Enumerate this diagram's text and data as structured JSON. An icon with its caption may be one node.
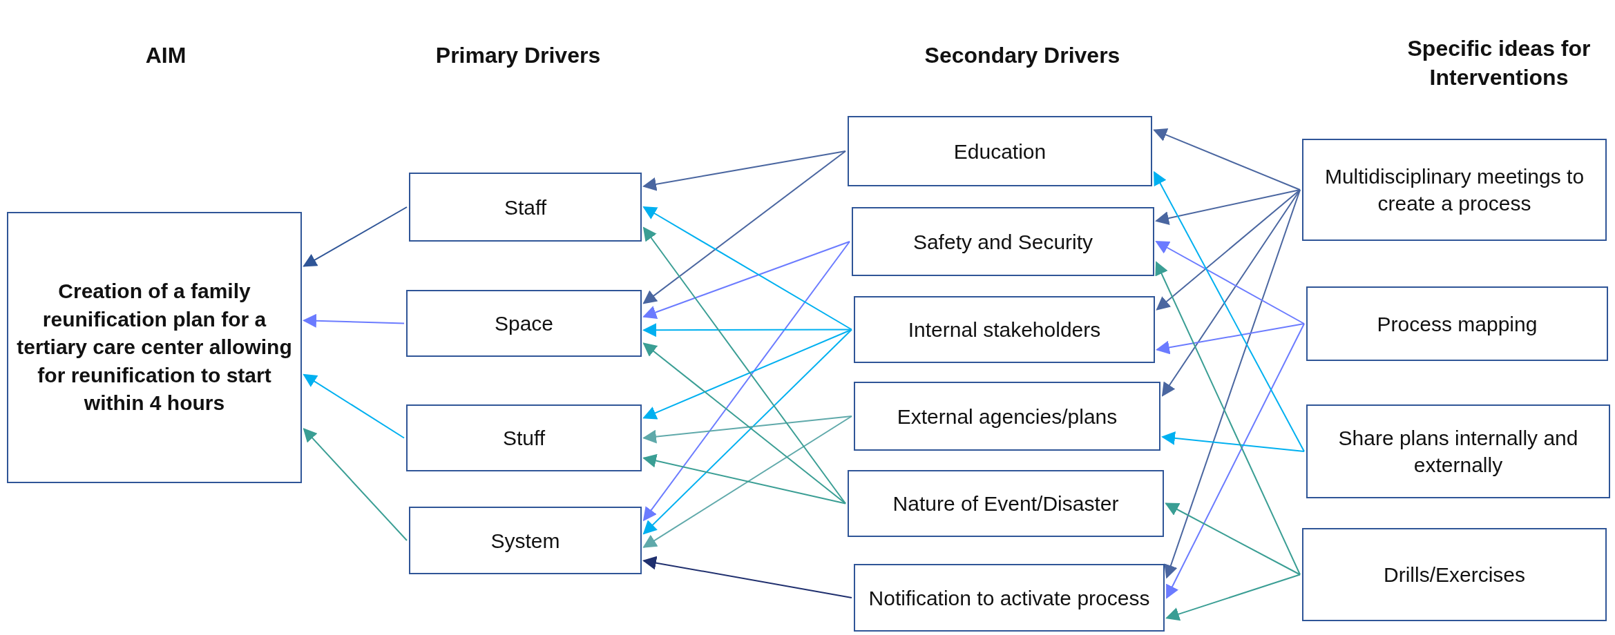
{
  "diagram": {
    "nodes": [
      {
        "text": [
          "Creation of a family reunification plan for a tertiary care center allowing for reunification to start within 4 hours"
        ]
      },
      {
        "text": [
          "Staff"
        ]
      },
      {
        "text": [
          "Space"
        ]
      },
      {
        "text": [
          "Stuff"
        ]
      },
      {
        "text": [
          "System"
        ]
      },
      {
        "text": [
          "Education"
        ]
      },
      {
        "text": [
          "Safety and Security"
        ]
      },
      {
        "text": [
          "Internal stakeholders"
        ]
      },
      {
        "text": [
          "External agencies/plans"
        ]
      },
      {
        "text": [
          "Nature of Event/Disaster"
        ]
      },
      {
        "text": [
          "Notification to activate process"
        ]
      },
      {
        "text": [
          "Multidisciplinary meetings to create a process"
        ]
      },
      {
        "text": [
          "Process mapping"
        ]
      },
      {
        "text": [
          "Share plans internally and externally"
        ]
      },
      {
        "text": [
          "Drills/Exercises"
        ]
      }
    ],
    "edges": [
      {
        "from": 1,
        "to": 0,
        "arrow": "to",
        "color": "#2f5597"
      },
      {
        "from": 2,
        "to": 0,
        "arrow": "to",
        "color": "#6b7bff"
      },
      {
        "from": 3,
        "to": 0,
        "arrow": "to",
        "color": "#00b0f0"
      },
      {
        "from": 4,
        "to": 0,
        "arrow": "to",
        "color": "#3a9e94"
      },
      {
        "from": 5,
        "to": 1,
        "arrow": "to"
      },
      {
        "from": 5,
        "to": 2,
        "arrow": "to"
      },
      {
        "from": 6,
        "to": 2,
        "arrow": "to",
        "color": "#6b7bff"
      },
      {
        "from": 6,
        "to": 4,
        "arrow": "to",
        "color": "#6b7bff"
      },
      {
        "from": 7,
        "to": 1,
        "arrow": "to",
        "color": "#00b0f0"
      },
      {
        "from": 7,
        "to": 2,
        "arrow": "to",
        "color": "#00b0f0"
      },
      {
        "from": 7,
        "to": 3,
        "arrow": "to",
        "color": "#00b0f0"
      },
      {
        "from": 7,
        "to": 4,
        "arrow": "to",
        "color": "#00b0f0"
      },
      {
        "from": 8,
        "to": 3,
        "arrow": "to",
        "color": "#5fa9aa"
      },
      {
        "from": 8,
        "to": 4,
        "arrow": "to",
        "color": "#5fa9aa"
      },
      {
        "from": 9,
        "to": 1,
        "arrow": "to",
        "color": "#3a9e94"
      },
      {
        "from": 9,
        "to": 2,
        "arrow": "to",
        "color": "#3a9e94"
      },
      {
        "from": 9,
        "to": 3,
        "arrow": "to",
        "color": "#3a9e94"
      },
      {
        "from": 10,
        "to": 4,
        "arrow": "to",
        "color": "#1f2f6e"
      },
      {
        "from": 11,
        "to": 5,
        "arrow": "to"
      },
      {
        "from": 11,
        "to": 6,
        "arrow": "to"
      },
      {
        "from": 11,
        "to": 7,
        "arrow": "to"
      },
      {
        "from": 11,
        "to": 8,
        "arrow": "to"
      },
      {
        "from": 11,
        "to": 10,
        "arrow": "to"
      },
      {
        "from": 12,
        "to": 6,
        "arrow": "to",
        "color": "#6b7bff"
      },
      {
        "from": 12,
        "to": 7,
        "arrow": "to",
        "color": "#6b7bff"
      },
      {
        "from": 12,
        "to": 10,
        "arrow": "to",
        "color": "#6b7bff"
      },
      {
        "from": 13,
        "to": 5,
        "arrow": "to",
        "color": "#00b0f0"
      },
      {
        "from": 13,
        "to": 8,
        "arrow": "to",
        "color": "#00b0f0"
      },
      {
        "from": 14,
        "to": 6,
        "arrow": "to",
        "color": "#3a9e94"
      },
      {
        "from": 14,
        "to": 9,
        "arrow": "to",
        "color": "#3a9e94"
      },
      {
        "from": 14,
        "to": 10,
        "arrow": "to",
        "color": "#3a9e94"
      }
    ],
    "labels": [
      "AIM",
      "Primary Drivers",
      "Secondary Drivers",
      "Specific ideas for Interventions"
    ]
  }
}
